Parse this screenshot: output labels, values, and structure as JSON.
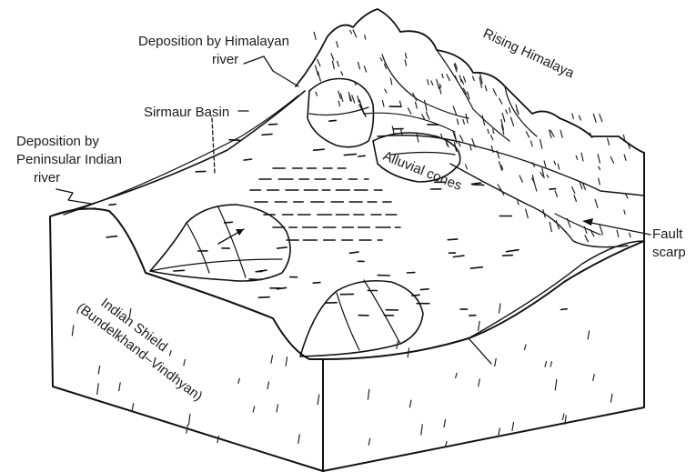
{
  "labels": {
    "himalayan_deposition": [
      "Deposition by Himalayan",
      "river"
    ],
    "rising_himalaya": "Rising Himalaya",
    "sirmaur_basin": "Sirmaur Basin",
    "peninsular_deposition": [
      "Deposition by",
      "Peninsular Indian",
      "river"
    ],
    "alluvial_cones": "Alluvial cones",
    "fault_scarp": [
      "Fault",
      "scarp"
    ],
    "indian_shield": [
      "Indian Shield",
      "(Bundelkhand–Vindhyan)"
    ]
  },
  "colors": {
    "ink": "#111111",
    "background": "#ffffff",
    "stipple": "#555555"
  }
}
